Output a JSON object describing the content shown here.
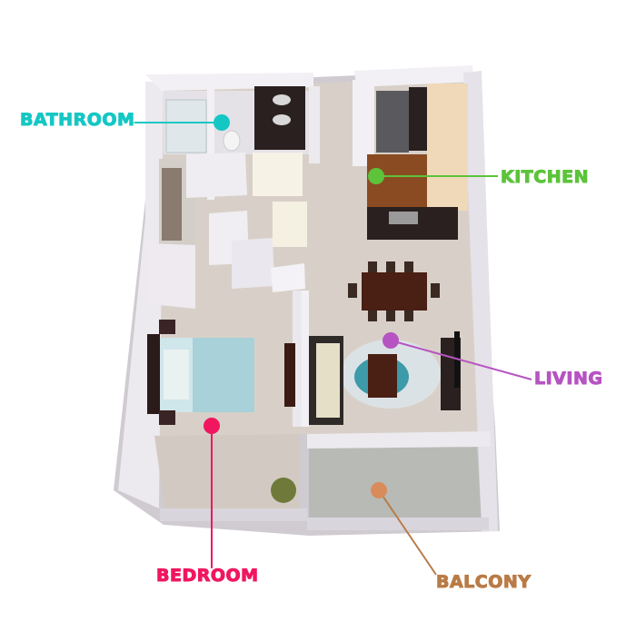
{
  "rooms": [
    {
      "key": "bathroom",
      "label": "BATHROOM",
      "color": "#14c7c4"
    },
    {
      "key": "kitchen",
      "label": "KITCHEN",
      "color": "#5cc33a"
    },
    {
      "key": "living",
      "label": "LIVING",
      "color": "#b654c2"
    },
    {
      "key": "bedroom",
      "label": "BEDROOM",
      "color": "#f0165f"
    },
    {
      "key": "balcony",
      "label": "BALCONY",
      "color": "#b97b46"
    }
  ],
  "colors": {
    "wall": "#f2f0f4",
    "wall_shade": "#d9d5dc",
    "floor": "#d8d0c8",
    "balcony_floor": "#b8bab6",
    "wood": "#5a3418",
    "dark_counter": "#2b2020"
  }
}
